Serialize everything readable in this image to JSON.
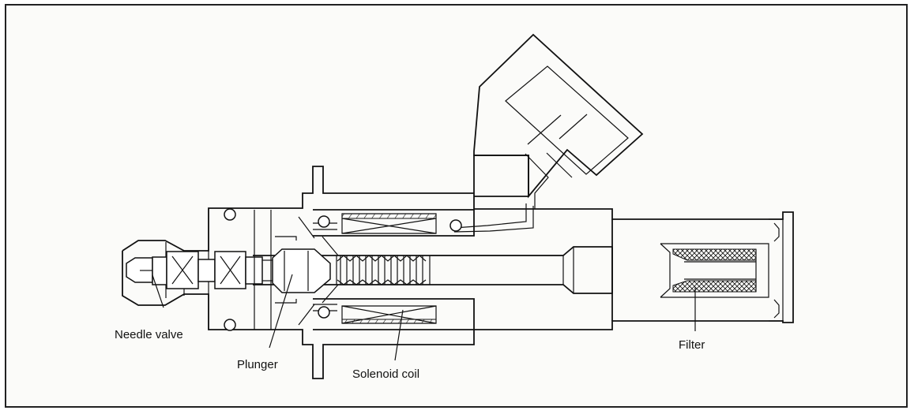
{
  "figure": {
    "labels": {
      "needle_valve": "Needle valve",
      "plunger": "Plunger",
      "solenoid_coil": "Solenoid coil",
      "filter": "Filter"
    }
  }
}
